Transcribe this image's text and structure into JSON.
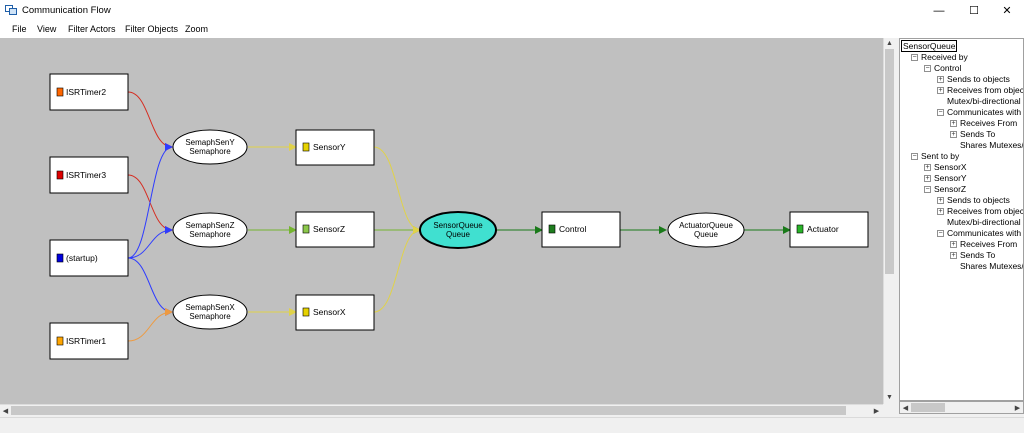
{
  "window": {
    "title": "Communication Flow",
    "minimize": "—",
    "maximize": "☐",
    "close": "✕"
  },
  "menu": [
    "File",
    "View",
    "Filter Actors",
    "Filter Objects",
    "Zoom"
  ],
  "colors": {
    "canvas": "#c0c0c0",
    "isr_timer2": "#ff6600",
    "isr_timer3": "#dd0000",
    "startup": "#0000dd",
    "isr_timer1": "#ffa500",
    "sensor": "#e6d200",
    "sensor_z": "#8cc84b",
    "control": "#1e7d1e",
    "actuator": "#28b428",
    "selected_queue": "#40e0d0",
    "edge_red": "#d62b1f",
    "edge_blue": "#2e3cff",
    "edge_orange": "#ee9a40",
    "edge_yellow": "#e0d24a",
    "edge_lightgreen": "#74b42f",
    "edge_green": "#1a7a1a"
  },
  "graph": {
    "actors": {
      "isrtimer2": "ISRTimer2",
      "isrtimer3": "ISRTimer3",
      "startup": "(startup)",
      "isrtimer1": "ISRTimer1",
      "sensory": "SensorY",
      "sensorz": "SensorZ",
      "sensorx": "SensorX",
      "control": "Control",
      "actuator": "Actuator"
    },
    "objects": {
      "semaphseny": {
        "name": "SemaphSenY",
        "kind": "Semaphore"
      },
      "semaphsenz": {
        "name": "SemaphSenZ",
        "kind": "Semaphore"
      },
      "semaphsenx": {
        "name": "SemaphSenX",
        "kind": "Semaphore"
      },
      "sensorqueue": {
        "name": "SensorQueue",
        "kind": "Queue"
      },
      "actuatorqueue": {
        "name": "ActuatorQueue",
        "kind": "Queue"
      }
    }
  },
  "tree": [
    {
      "indent": 0,
      "box": "",
      "label": "SensorQueue",
      "selected": true
    },
    {
      "indent": 1,
      "box": "−",
      "label": "Received by"
    },
    {
      "indent": 2,
      "box": "−",
      "label": "Control"
    },
    {
      "indent": 3,
      "box": "+",
      "label": "Sends to objects"
    },
    {
      "indent": 3,
      "box": "+",
      "label": "Receives from objects"
    },
    {
      "indent": 3,
      "box": "",
      "label": "Mutex/bi-directional obje"
    },
    {
      "indent": 3,
      "box": "−",
      "label": "Communicates with acto"
    },
    {
      "indent": 4,
      "box": "+",
      "label": "Receives From"
    },
    {
      "indent": 4,
      "box": "+",
      "label": "Sends To"
    },
    {
      "indent": 4,
      "box": "",
      "label": "Shares Mutexes/bi-d"
    },
    {
      "indent": 1,
      "box": "−",
      "label": "Sent to by"
    },
    {
      "indent": 2,
      "box": "+",
      "label": "SensorX"
    },
    {
      "indent": 2,
      "box": "+",
      "label": "SensorY"
    },
    {
      "indent": 2,
      "box": "−",
      "label": "SensorZ"
    },
    {
      "indent": 3,
      "box": "+",
      "label": "Sends to objects"
    },
    {
      "indent": 3,
      "box": "+",
      "label": "Receives from objects"
    },
    {
      "indent": 3,
      "box": "",
      "label": "Mutex/bi-directional obje"
    },
    {
      "indent": 3,
      "box": "−",
      "label": "Communicates with acto"
    },
    {
      "indent": 4,
      "box": "+",
      "label": "Receives From"
    },
    {
      "indent": 4,
      "box": "+",
      "label": "Sends To"
    },
    {
      "indent": 4,
      "box": "",
      "label": "Shares Mutexes/bi-d"
    }
  ]
}
